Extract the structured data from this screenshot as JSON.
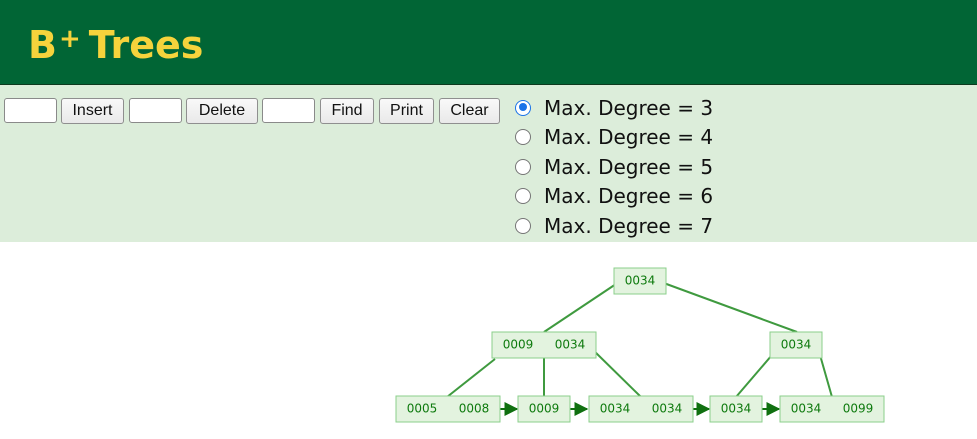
{
  "header": {
    "title_main": "B",
    "title_sup": "+",
    "title_rest": "Trees",
    "background": "#016535",
    "title_color": "#f6d33c"
  },
  "controls": {
    "insert_label": "Insert",
    "delete_label": "Delete",
    "find_label": "Find",
    "print_label": "Print",
    "clear_label": "Clear",
    "insert_value": "",
    "delete_value": "",
    "find_value": "",
    "background": "#dcedda",
    "degree_options": [
      {
        "label": "Max. Degree = 3",
        "checked": true
      },
      {
        "label": "Max. Degree = 4",
        "checked": false
      },
      {
        "label": "Max. Degree = 5",
        "checked": false
      },
      {
        "label": "Max. Degree = 6",
        "checked": false
      },
      {
        "label": "Max. Degree = 7",
        "checked": false
      }
    ]
  },
  "tree": {
    "node_fill": "#e3f3df",
    "node_stroke": "#8bcf8b",
    "edge_color": "#3f9a3f",
    "text_color": "#0e7a0e",
    "root": {
      "keys": [
        "0034"
      ]
    },
    "internal": [
      {
        "keys": [
          "0009",
          "0034"
        ]
      },
      {
        "keys": [
          "0034"
        ]
      }
    ],
    "leaves": [
      {
        "keys": [
          "0005",
          "0008"
        ]
      },
      {
        "keys": [
          "0009"
        ]
      },
      {
        "keys": [
          "0034",
          "0034"
        ]
      },
      {
        "keys": [
          "0034"
        ]
      },
      {
        "keys": [
          "0034",
          "0099"
        ]
      }
    ]
  }
}
